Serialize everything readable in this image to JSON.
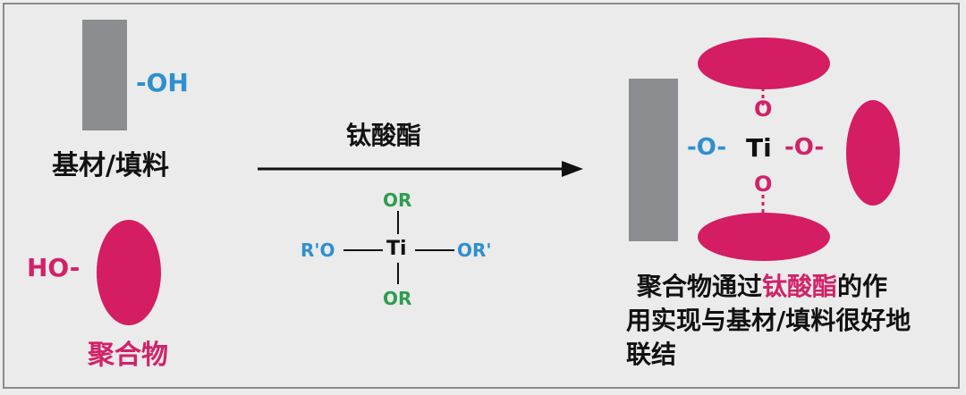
{
  "left": {
    "oh_label": "-OH",
    "substrate_label": "基材/填料",
    "ho_label": "HO-",
    "polymer_label": "聚合物"
  },
  "middle": {
    "arrow_label": "钛酸酯",
    "formula": {
      "top": "OR",
      "left": "R'O",
      "center": "Ti",
      "right": "OR'",
      "bottom": "OR"
    }
  },
  "right": {
    "o_left": "-O-",
    "ti": "Ti",
    "o_right": "-O-",
    "o_top": "O",
    "o_bottom": "O",
    "caption_part1": "聚合物通过",
    "caption_highlight": "钛酸酯",
    "caption_part2": "的作",
    "caption_line2": "用实现与基材/填料很好地",
    "caption_line3": "联结"
  },
  "colors": {
    "substrate_gray": "#8c8d91",
    "polymer_magenta": "#d41d62",
    "hydroxyl_blue": "#2f8fd0",
    "alkoxy_green": "#2e9d4f"
  }
}
